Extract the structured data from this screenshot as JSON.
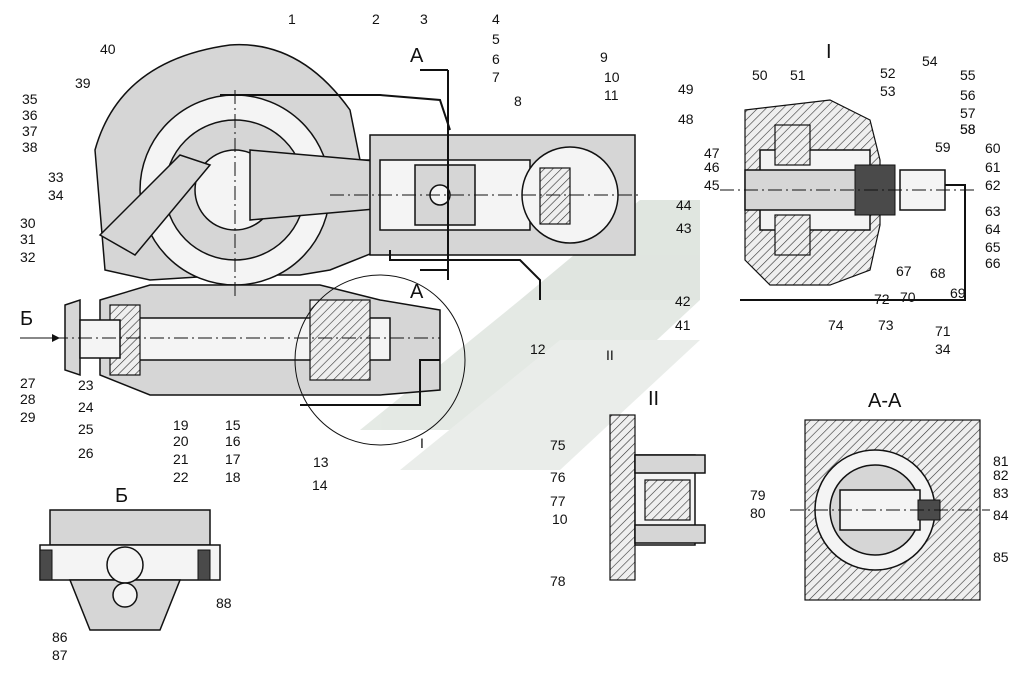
{
  "section_titles": {
    "detail_1": "I",
    "detail_2": "II",
    "section_aa": "А-А",
    "view_b": "Б",
    "marker_a": "А",
    "arrow_b": "Б"
  },
  "callouts": [
    "1",
    "2",
    "3",
    "4",
    "5",
    "6",
    "7",
    "8",
    "9",
    "10",
    "11",
    "12",
    "13",
    "14",
    "15",
    "16",
    "17",
    "18",
    "19",
    "20",
    "21",
    "22",
    "23",
    "24",
    "25",
    "26",
    "27",
    "28",
    "29",
    "30",
    "31",
    "32",
    "33",
    "34",
    "35",
    "36",
    "37",
    "38",
    "39",
    "40",
    "41",
    "42",
    "43",
    "44",
    "45",
    "46",
    "47",
    "48",
    "49",
    "50",
    "51",
    "52",
    "53",
    "54",
    "55",
    "56",
    "57",
    "58",
    "59",
    "60",
    "61",
    "62",
    "63",
    "64",
    "65",
    "66",
    "67",
    "68",
    "69",
    "70",
    "71",
    "72",
    "73",
    "74",
    "75",
    "76",
    "77",
    "78",
    "79",
    "80",
    "81",
    "82",
    "83",
    "84",
    "85",
    "86",
    "87",
    "88"
  ],
  "callouts_extra": [
    "10",
    "34",
    "58",
    "I",
    "II"
  ],
  "colors": {
    "ink": "#111111",
    "fill_body": "#d6d6d6",
    "fill_dark": "#4a4a4a",
    "watermark": "#cfd8cf"
  }
}
